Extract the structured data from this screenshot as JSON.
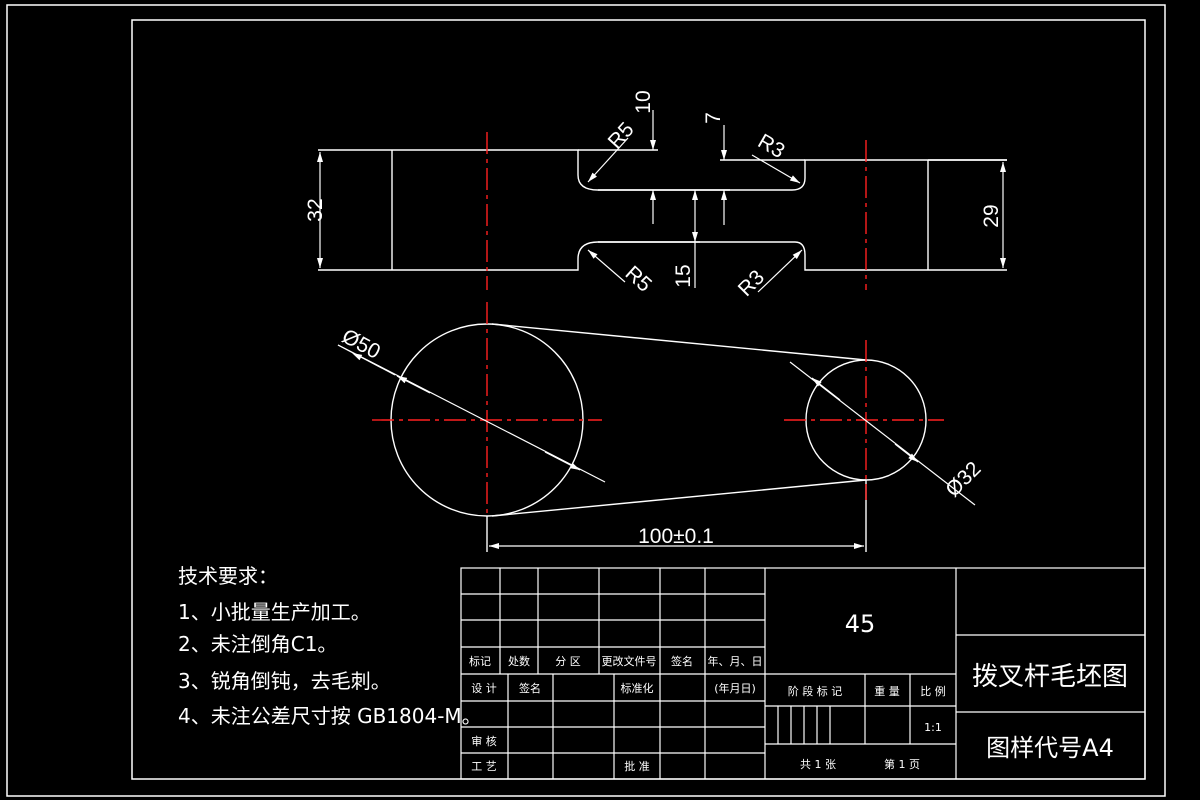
{
  "dimensions": {
    "d32": "32",
    "d29": "29",
    "d10": "10",
    "d7": "7",
    "d15": "15",
    "r5_top": "R5",
    "r3_top": "R3",
    "r5_bottom": "R5",
    "r3_bottom": "R3",
    "phi50": "Ø50",
    "phi32": "Ø32",
    "center_distance": "100±0.1"
  },
  "tech": {
    "heading": "技术要求：",
    "items": [
      "1、小批量生产加工。",
      "2、未注倒角C1。",
      "3、锐角倒钝，去毛刺。",
      "4、未注公差尺寸按 GB1804-M。"
    ]
  },
  "title_block": {
    "material": "45",
    "drawing_name": "拨叉杆毛坯图",
    "drawing_code": "图样代号A4",
    "headers": {
      "mark": "标记",
      "count": "处数",
      "zone": "分 区",
      "change_doc": "更改文件号",
      "signature": "签名",
      "date": "年、月、日"
    },
    "rows": {
      "design": "设 计",
      "sign": "签名",
      "standardize": "标准化",
      "date_paren": "(年月日)",
      "review": "审 核",
      "process": "工 艺",
      "approve": "批 准"
    },
    "stage": "阶 段 标 记",
    "weight": "重 量",
    "scale_label": "比 例",
    "scale": "1:1",
    "sheets": "共 1 张",
    "sheet_no": "第 1 页"
  },
  "colors": {
    "background": "#000000",
    "line": "#ffffff",
    "centerline": "#ff2020"
  }
}
